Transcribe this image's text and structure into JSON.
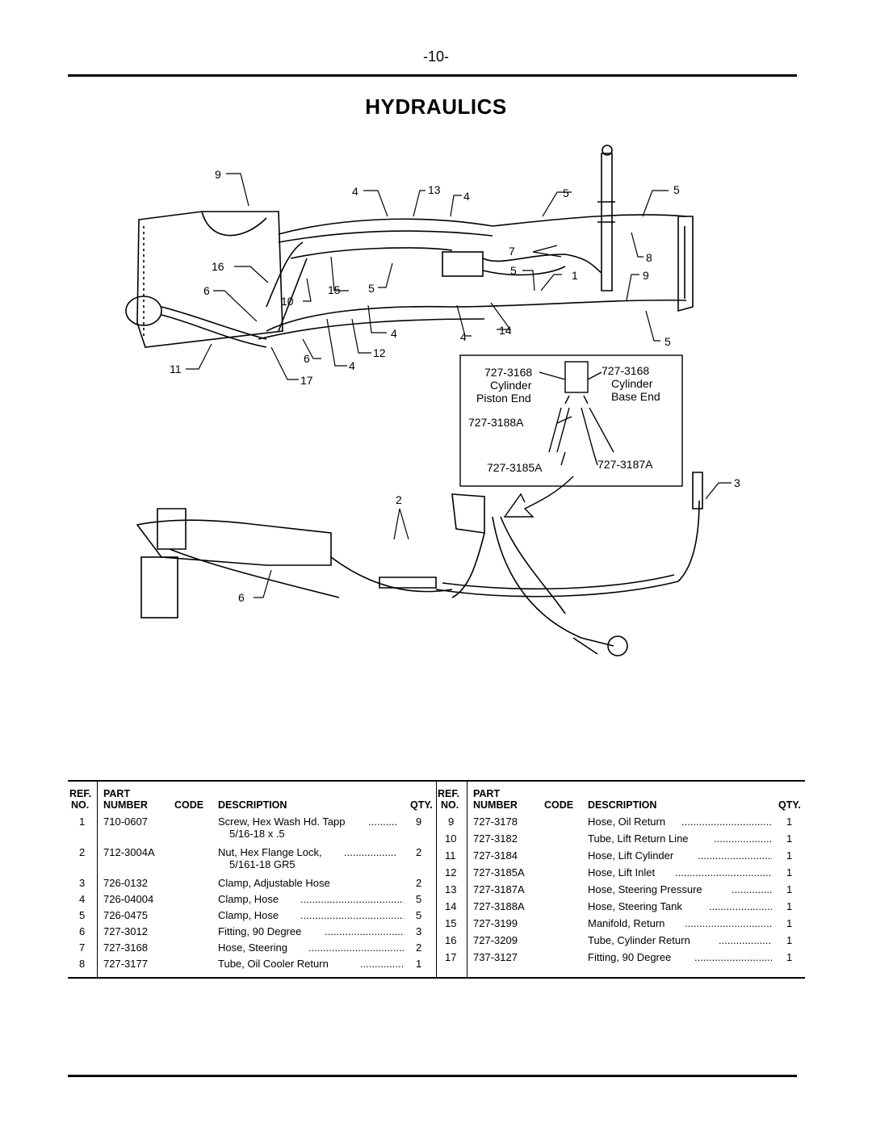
{
  "page": {
    "number": "-10-",
    "title": "HYDRAULICS"
  },
  "diagram": {
    "callouts": [
      "9",
      "4",
      "13",
      "4",
      "5",
      "5",
      "7",
      "8",
      "16",
      "6",
      "15",
      "5",
      "10",
      "5",
      "1",
      "9",
      "4",
      "4",
      "14",
      "5",
      "12",
      "6",
      "4",
      "11",
      "17",
      "3",
      "2",
      "6"
    ],
    "inset": {
      "left_top": "727-3168",
      "left_mid": "Cylinder",
      "left_bot": "Piston End",
      "right_top": "727-3168",
      "right_mid": "Cylinder",
      "right_bot": "Base End",
      "hose_a": "727-3188A",
      "hose_b": "727-3185A",
      "hose_c": "727-3187A"
    }
  },
  "table": {
    "headers": {
      "ref_top": "REF.",
      "ref_bot": "NO.",
      "part_top": "PART",
      "part_bot": "NUMBER",
      "code": "CODE",
      "description": "DESCRIPTION",
      "qty": "QTY."
    },
    "left_rows": [
      {
        "ref": "1",
        "part": "710-0607",
        "desc": "Screw, Hex Wash Hd. Tapp",
        "desc2": "5/16-18 x .5",
        "qty": "9"
      },
      {
        "ref": "2",
        "part": "712-3004A",
        "desc": "Nut, Hex Flange Lock,",
        "desc2": "5/161-18 GR5",
        "qty": "2"
      },
      {
        "ref": "3",
        "part": "726-0132",
        "desc": "Clamp, Adjustable Hose",
        "desc2": "",
        "qty": "2"
      },
      {
        "ref": "4",
        "part": "726-04004",
        "desc": "Clamp, Hose",
        "desc2": "",
        "qty": "5"
      },
      {
        "ref": "5",
        "part": "726-0475",
        "desc": "Clamp, Hose",
        "desc2": "",
        "qty": "5"
      },
      {
        "ref": "6",
        "part": "727-3012",
        "desc": "Fitting, 90 Degree",
        "desc2": "",
        "qty": "3"
      },
      {
        "ref": "7",
        "part": "727-3168",
        "desc": "Hose, Steering",
        "desc2": "",
        "qty": "2"
      },
      {
        "ref": "8",
        "part": "727-3177",
        "desc": "Tube, Oil Cooler Return",
        "desc2": "",
        "qty": "1"
      }
    ],
    "right_rows": [
      {
        "ref": "9",
        "part": "727-3178",
        "desc": "Hose, Oil Return",
        "qty": "1"
      },
      {
        "ref": "10",
        "part": "727-3182",
        "desc": "Tube, Lift Return Line",
        "qty": "1"
      },
      {
        "ref": "11",
        "part": "727-3184",
        "desc": "Hose, Lift Cylinder",
        "qty": "1"
      },
      {
        "ref": "12",
        "part": "727-3185A",
        "desc": "Hose, Lift Inlet",
        "qty": "1"
      },
      {
        "ref": "13",
        "part": "727-3187A",
        "desc": "Hose, Steering Pressure",
        "qty": "1"
      },
      {
        "ref": "14",
        "part": "727-3188A",
        "desc": "Hose, Steering Tank",
        "qty": "1"
      },
      {
        "ref": "15",
        "part": "727-3199",
        "desc": "Manifold, Return",
        "qty": "1"
      },
      {
        "ref": "16",
        "part": "727-3209",
        "desc": "Tube, Cylinder Return",
        "qty": "1"
      },
      {
        "ref": "17",
        "part": "737-3127",
        "desc": "Fitting, 90 Degree",
        "qty": "1"
      }
    ]
  }
}
